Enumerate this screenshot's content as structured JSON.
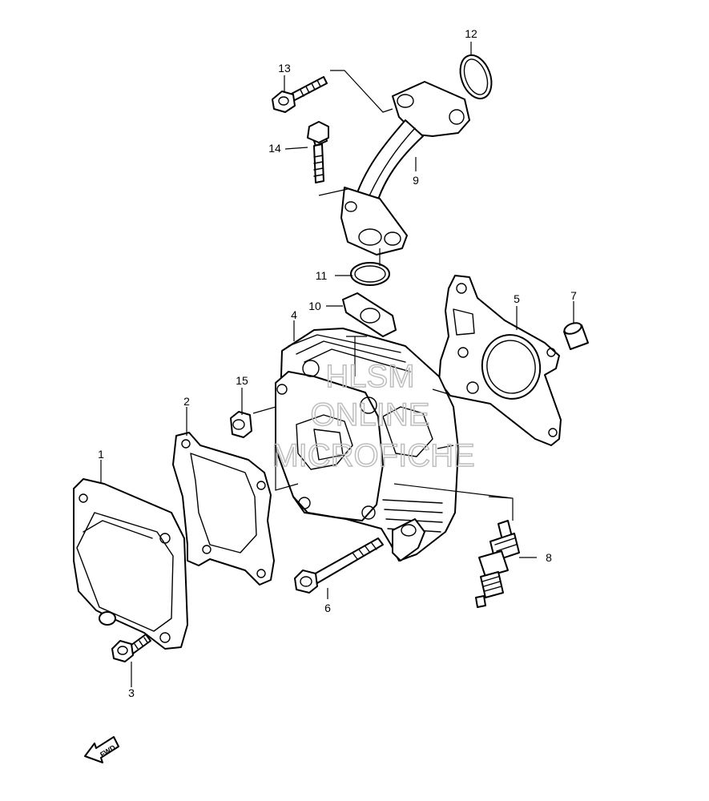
{
  "diagram": {
    "callouts": {
      "p1": "1",
      "p2": "2",
      "p3": "3",
      "p4": "4",
      "p5": "5",
      "p6": "6",
      "p7": "7",
      "p8": "8",
      "p9": "9",
      "p10": "10",
      "p11": "11",
      "p12": "12",
      "p13": "13",
      "p14": "14",
      "p15": "15"
    },
    "watermark": {
      "line1": "HLSM",
      "line2": "ONLINE",
      "line3": "MICROFICHE"
    },
    "fwd_label": "FWD"
  }
}
